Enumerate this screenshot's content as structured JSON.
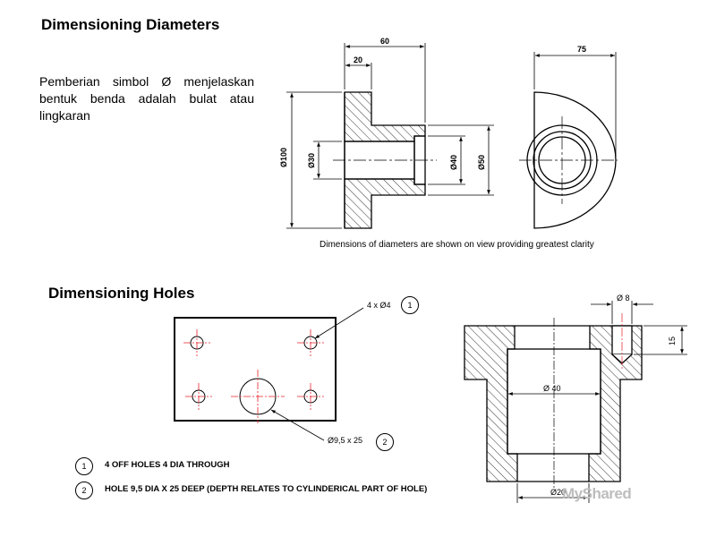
{
  "section1": {
    "title": "Dimensioning Diameters",
    "description": "Pemberian simbol Ø menjelaskan bentuk benda adalah bulat atau lingkaran",
    "caption": "Dimensions of diameters are shown on view providing greatest clarity",
    "dims": {
      "width_60": "60",
      "width_20": "20",
      "width_75": "75",
      "dia_100": "Ø100",
      "dia_30": "Ø30",
      "dia_40": "Ø40",
      "dia_50": "Ø50"
    }
  },
  "section2": {
    "title": "Dimensioning Holes",
    "callout1": "4 x Ø4",
    "callout2": "Ø9,5 x 25",
    "badge1": "1",
    "badge2": "2",
    "notes": [
      {
        "num": "1",
        "text": "4 OFF HOLES  4 DIA THROUGH"
      },
      {
        "num": "2",
        "text": "HOLE 9,5 DIA X 25 DEEP (DEPTH RELATES TO CYLINDERICAL PART OF HOLE)"
      }
    ],
    "dims": {
      "dia_8": "Ø 8",
      "dim_15": "15",
      "dia_40": "Ø 40",
      "dia_bottom": "Ø20"
    }
  },
  "colors": {
    "centerline": "#e8202a",
    "line": "#000000"
  },
  "watermark": "MyShared"
}
